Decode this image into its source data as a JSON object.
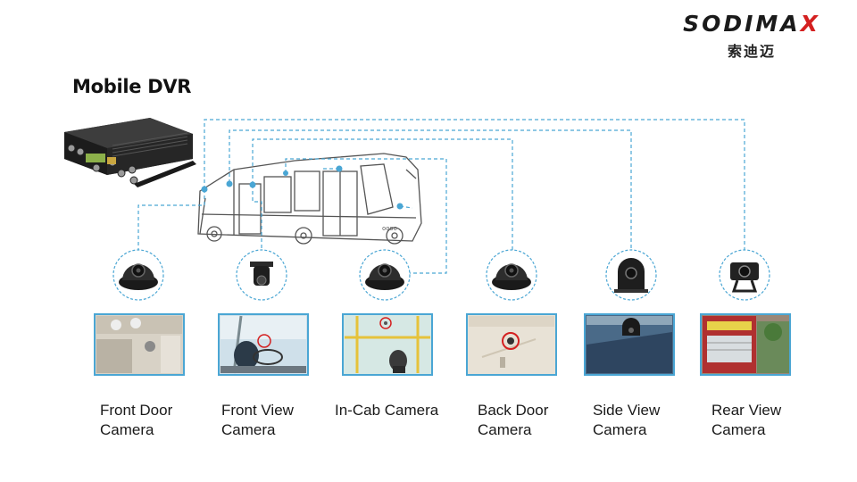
{
  "brand": {
    "name": "SODIMAX",
    "name_chinese": "索迪迈",
    "accent_color": "#d42020"
  },
  "title": "Mobile DVR",
  "connector_color": "#4aa6d4",
  "cameras": [
    {
      "id": "front-door",
      "label_line1": "Front Door",
      "label_line2": "Camera",
      "icon": "dome-camera-icon",
      "photo": "front-door-photo"
    },
    {
      "id": "front-view",
      "label_line1": "Front View",
      "label_line2": "Camera",
      "icon": "mini-camera-icon",
      "photo": "front-view-photo"
    },
    {
      "id": "in-cab",
      "label_line1": "In-Cab Camera",
      "label_line2": "",
      "icon": "dome-camera-icon",
      "photo": "in-cab-photo"
    },
    {
      "id": "back-door",
      "label_line1": "Back Door",
      "label_line2": "Camera",
      "icon": "dome-camera-icon",
      "photo": "back-door-photo"
    },
    {
      "id": "side-view",
      "label_line1": "Side View",
      "label_line2": "Camera",
      "icon": "side-camera-icon",
      "photo": "side-view-photo"
    },
    {
      "id": "rear-view",
      "label_line1": "Rear View",
      "label_line2": "Camera",
      "icon": "rear-camera-icon",
      "photo": "rear-view-photo"
    }
  ]
}
